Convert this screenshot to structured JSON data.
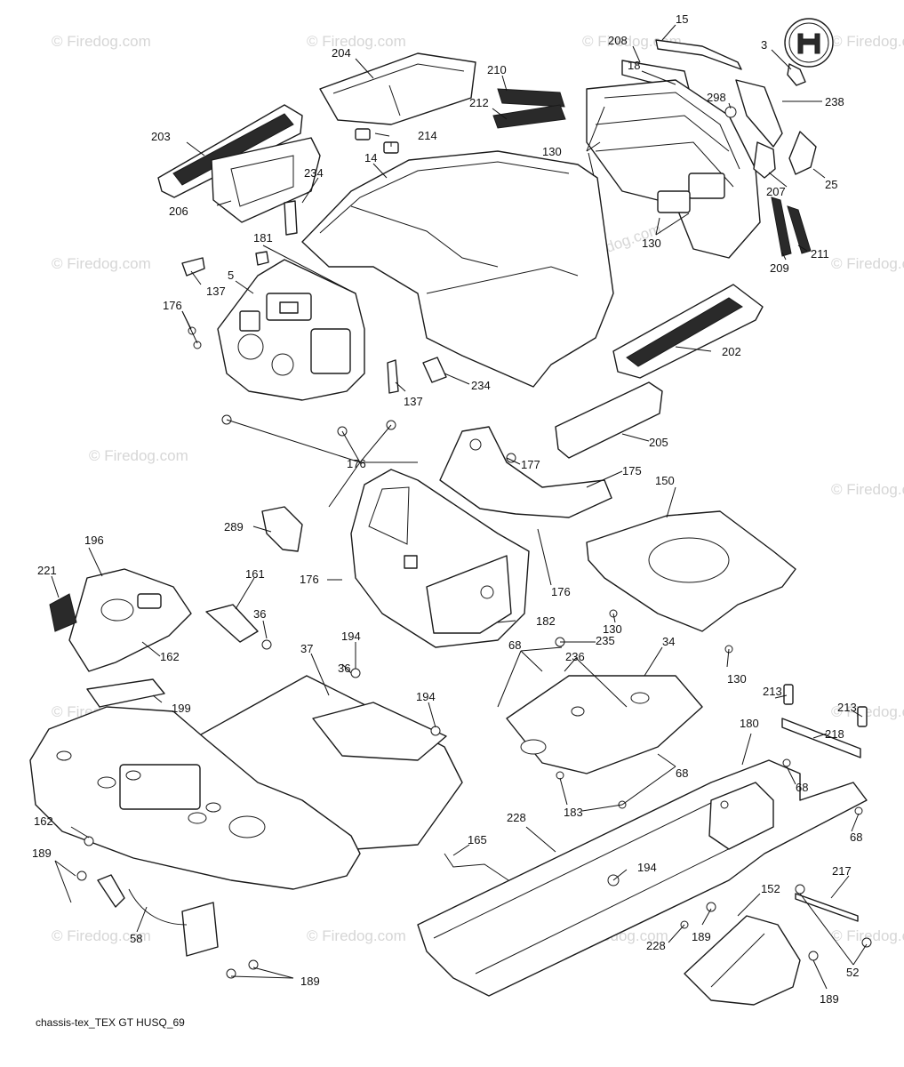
{
  "footer": "chassis-tex_TEX GT HUSQ_69",
  "watermark": "© Firedog.com",
  "colors": {
    "line": "#1a1a1a",
    "background": "#ffffff",
    "watermark": "#d6d6d6"
  },
  "brand_icon": "husqvarna-crown-logo",
  "labels": [
    {
      "id": "15",
      "text": "15"
    },
    {
      "id": "3",
      "text": "3"
    },
    {
      "id": "204",
      "text": "204"
    },
    {
      "id": "208",
      "text": "208"
    },
    {
      "id": "210",
      "text": "210"
    },
    {
      "id": "18",
      "text": "18"
    },
    {
      "id": "238",
      "text": "238"
    },
    {
      "id": "212",
      "text": "212"
    },
    {
      "id": "298",
      "text": "298"
    },
    {
      "id": "203",
      "text": "203"
    },
    {
      "id": "214",
      "text": "214"
    },
    {
      "id": "130a",
      "text": "130"
    },
    {
      "id": "14",
      "text": "14"
    },
    {
      "id": "25",
      "text": "25"
    },
    {
      "id": "207",
      "text": "207"
    },
    {
      "id": "206",
      "text": "206"
    },
    {
      "id": "234a",
      "text": "234"
    },
    {
      "id": "130b",
      "text": "130"
    },
    {
      "id": "211",
      "text": "211"
    },
    {
      "id": "209",
      "text": "209"
    },
    {
      "id": "181",
      "text": "181"
    },
    {
      "id": "137a",
      "text": "137"
    },
    {
      "id": "5",
      "text": "5"
    },
    {
      "id": "176a",
      "text": "176"
    },
    {
      "id": "202",
      "text": "202"
    },
    {
      "id": "234b",
      "text": "234"
    },
    {
      "id": "137b",
      "text": "137"
    },
    {
      "id": "205",
      "text": "205"
    },
    {
      "id": "176b",
      "text": "176"
    },
    {
      "id": "177",
      "text": "177"
    },
    {
      "id": "175",
      "text": "175"
    },
    {
      "id": "150",
      "text": "150"
    },
    {
      "id": "289",
      "text": "289"
    },
    {
      "id": "176c",
      "text": "176"
    },
    {
      "id": "176d",
      "text": "176"
    },
    {
      "id": "196",
      "text": "196"
    },
    {
      "id": "221",
      "text": "221"
    },
    {
      "id": "161",
      "text": "161"
    },
    {
      "id": "36a",
      "text": "36"
    },
    {
      "id": "182",
      "text": "182"
    },
    {
      "id": "130c",
      "text": "130"
    },
    {
      "id": "68a",
      "text": "68"
    },
    {
      "id": "235",
      "text": "235"
    },
    {
      "id": "34",
      "text": "34"
    },
    {
      "id": "37",
      "text": "37"
    },
    {
      "id": "194a",
      "text": "194"
    },
    {
      "id": "236",
      "text": "236"
    },
    {
      "id": "162a",
      "text": "162"
    },
    {
      "id": "36b",
      "text": "36"
    },
    {
      "id": "194b",
      "text": "194"
    },
    {
      "id": "130d",
      "text": "130"
    },
    {
      "id": "213a",
      "text": "213"
    },
    {
      "id": "213b",
      "text": "213"
    },
    {
      "id": "199",
      "text": "199"
    },
    {
      "id": "218",
      "text": "218"
    },
    {
      "id": "180",
      "text": "180"
    },
    {
      "id": "68b",
      "text": "68"
    },
    {
      "id": "68c",
      "text": "68"
    },
    {
      "id": "183",
      "text": "183"
    },
    {
      "id": "162b",
      "text": "162"
    },
    {
      "id": "228a",
      "text": "228"
    },
    {
      "id": "68d",
      "text": "68"
    },
    {
      "id": "165",
      "text": "165"
    },
    {
      "id": "189a",
      "text": "189"
    },
    {
      "id": "194c",
      "text": "194"
    },
    {
      "id": "217",
      "text": "217"
    },
    {
      "id": "152",
      "text": "152"
    },
    {
      "id": "58",
      "text": "58"
    },
    {
      "id": "228b",
      "text": "228"
    },
    {
      "id": "189b",
      "text": "189"
    },
    {
      "id": "52",
      "text": "52"
    },
    {
      "id": "189c",
      "text": "189"
    },
    {
      "id": "189d",
      "text": "189"
    }
  ]
}
